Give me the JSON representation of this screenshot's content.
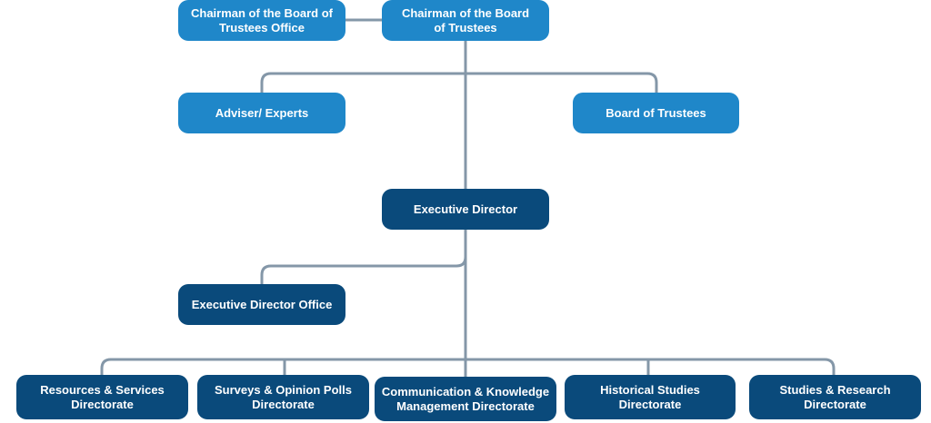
{
  "chart": {
    "chairman_office": "Chairman of the Board of\nTrustees Office",
    "chairman": "Chairman of the Board\nof Trustees",
    "adviser": "Adviser/ Experts",
    "board": "Board of Trustees",
    "executive_director": "Executive Director",
    "executive_office": "Executive Director Office",
    "directorates": [
      "Resources & Services\nDirectorate",
      "Surveys & Opinion Polls\nDirectorate",
      "Communication & Knowledge\nManagement Directorate",
      "Historical Studies\nDirectorate",
      "Studies & Research\nDirectorate"
    ]
  },
  "colors": {
    "light_box": "#1f87c9",
    "dark_box": "#0a4a7b",
    "connector": "#8497a8"
  }
}
